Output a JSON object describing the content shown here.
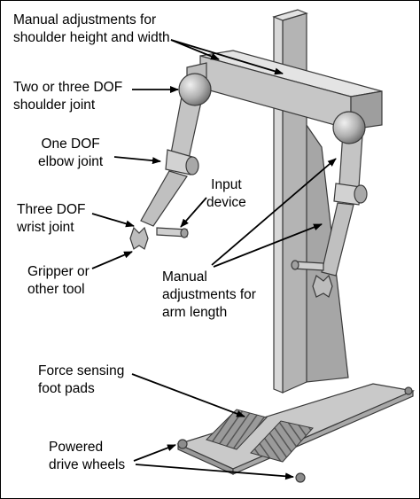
{
  "labels": {
    "shoulder_adjust": [
      "Manual adjustments for",
      "shoulder height and width"
    ],
    "shoulder_joint": [
      "Two or three DOF",
      "shoulder joint"
    ],
    "elbow_joint": [
      "One DOF",
      "elbow joint"
    ],
    "input_device": [
      "Input",
      "device"
    ],
    "wrist_joint": [
      "Three DOF",
      "wrist joint"
    ],
    "gripper": [
      "Gripper or",
      "other tool"
    ],
    "arm_length": [
      "Manual",
      "adjustments for",
      "arm length"
    ],
    "foot_pads": [
      "Force sensing",
      "foot pads"
    ],
    "drive_wheels": [
      "Powered",
      "drive wheels"
    ]
  },
  "colors": {
    "metal_light": "#d4d4d4",
    "metal_mid": "#b8b8b8",
    "metal_dark": "#8c8c8c",
    "outline": "#3a3a3a",
    "arrow": "#000000"
  }
}
